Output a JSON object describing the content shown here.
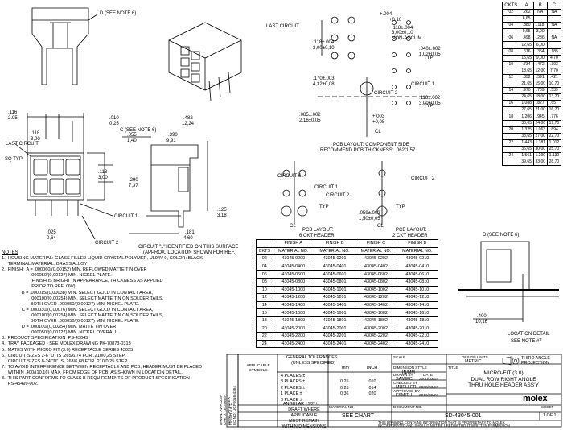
{
  "callouts": {
    "d_see_note6_top": "D (SEE NOTE 6)",
    "d_see_note6_right": "D (SEE NOTE 6)",
    "last_circuit_left": "LAST CIRCUIT",
    "last_circuit_top": "LAST CIRCUIT",
    "circuit1_a": "CIRCUIT 1",
    "circuit1_b": "CIRCUIT 1",
    "circuit1_c": "CIRCUIT 1",
    "circuit2_a": "CIRCUIT 2",
    "circuit2_b": "CIRCUIT 2",
    "circuit2_c": "CIRCUIT 2",
    "circuit2_d": "CIRCUIT 2",
    "circuit6": "CIRCUIT 6",
    "sq_typ": "SQ TYP",
    "c_see_note6": "C (SEE NOTE 6)",
    "non_accum": "NON-ACCUM.",
    "typ_a": "TYP",
    "typ_b": "TYP",
    "typ_c": "TYP",
    "typ_d": "TYP",
    "cl_a": "CL",
    "cl_b": "CL",
    "cl_c": "CL",
    "location_detail": "LOCATION DETAIL",
    "see_note7": "SEE NOTE #7",
    "circuit_id_note_1": "CIRCUIT \"1\" IDENTIFIED ON THIS SURFACE",
    "circuit_id_note_2": "(APPROX. LOCATION SHOWN FOR REF.)",
    "pcb_component_1": "PCB LAYOUT: COMPONENT SIDE",
    "pcb_component_2": "RECOMMEND PCB THICKNESS: .062/1.57",
    "pcb_6ckt_1": "PCB LAYOUT:",
    "pcb_6ckt_2": "6 CKT HEADER",
    "pcb_2ckt_1": "PCB LAYOUT:",
    "pcb_2ckt_2": "2 CKT HEADER"
  },
  "dims": {
    "d116": ".116",
    "d295": "2.95",
    "d010": ".010",
    "d025": "0,25",
    "d118a": ".118",
    "d300a": "3,00",
    "d055": ".055",
    "d140": "1,40",
    "d482": ".482",
    "d1224": "12,24",
    "d390": ".390",
    "d991": "9,91",
    "d118b": ".118",
    "d300b": "3,00",
    "d290": ".290",
    "d737": "7,37",
    "d125": ".125",
    "d318": "3,18",
    "d025b": ".025",
    "d064": "0,64",
    "d181": ".181",
    "d460": "4,60",
    "e004": "+.004",
    "e010": "+0,10",
    "e118": ".118±.004",
    "e300": "3,00±0,10",
    "f118": ".118±.004",
    "f300": "3,00±0,10",
    "g040": ".040±.002",
    "g102": "1,02±0,05",
    "h170": ".170±.003",
    "h432": "4,32±0,08",
    "i118": ".118±.002",
    "i300": "3,00±0,05",
    "j085": ".085±.002",
    "j216": "2,16±0,05",
    "k003": "+.003",
    "k008": "+0,08",
    "l059": ".059±.002",
    "l150": "1,50±0,05",
    "m400": ".400",
    "m1016": "10,16"
  },
  "ckts": {
    "headers": [
      "CKTS",
      "A",
      "B",
      "C"
    ],
    "rows": [
      [
        "02",
        ".262",
        "NA",
        "NA"
      ],
      [
        "",
        "6,65",
        "",
        ""
      ],
      [
        "04",
        ".380",
        ".118",
        "NA"
      ],
      [
        "",
        "9,65",
        "3,00",
        ""
      ],
      [
        "06",
        ".498",
        ".236",
        "NA"
      ],
      [
        "",
        "12,65",
        "6,00",
        ""
      ],
      [
        "08",
        ".616",
        ".354",
        ".185"
      ],
      [
        "",
        "15,65",
        "9,00",
        "4,70"
      ],
      [
        "10",
        ".734",
        ".472",
        ".303"
      ],
      [
        "",
        "18,65",
        "12,00",
        "7,70"
      ],
      [
        "12",
        ".852",
        ".591",
        ".421"
      ],
      [
        "",
        "21,65",
        "15,00",
        "10,70"
      ],
      [
        "14",
        ".970",
        ".709",
        ".539"
      ],
      [
        "",
        "24,65",
        "18,00",
        "13,70"
      ],
      [
        "16",
        "1.088",
        ".827",
        ".657"
      ],
      [
        "",
        "27,65",
        "21,00",
        "16,70"
      ],
      [
        "18",
        "1.206",
        ".945",
        ".776"
      ],
      [
        "",
        "30,65",
        "24,00",
        "19,70"
      ],
      [
        "20",
        "1.325",
        "1.063",
        ".894"
      ],
      [
        "",
        "33,65",
        "27,00",
        "22,70"
      ],
      [
        "22",
        "1.443",
        "1.181",
        "1.012"
      ],
      [
        "",
        "36,65",
        "30,00",
        "25,70"
      ],
      [
        "24",
        "1.561",
        "1.299",
        "1.130"
      ],
      [
        "",
        "39,65",
        "33,00",
        "28,70"
      ]
    ]
  },
  "finish": {
    "headers": [
      "FINISH A",
      "FINISH B",
      "FINISH C",
      "FINISH D"
    ],
    "subheaders": [
      "CKTS",
      "MATERIAL NO.",
      "MATERIAL NO.",
      "MATERIAL NO.",
      "MATERIAL NO."
    ],
    "rows": [
      [
        "02",
        "43045-0200",
        "43045-0201",
        "43045-0202",
        "43045-0210"
      ],
      [
        "04",
        "43045-0400",
        "43045-0401",
        "43045-0402",
        "43045-0410"
      ],
      [
        "06",
        "43045-0600",
        "43045-0601",
        "43045-0602",
        "43045-0610"
      ],
      [
        "08",
        "43045-0800",
        "43045-0801",
        "43045-0802",
        "43045-0810"
      ],
      [
        "10",
        "43045-1000",
        "43045-1001",
        "43045-1002",
        "43045-1010"
      ],
      [
        "12",
        "43045-1200",
        "43045-1201",
        "43045-1202",
        "43045-1210"
      ],
      [
        "14",
        "43045-1400",
        "43045-1401",
        "43045-1402",
        "43045-1410"
      ],
      [
        "16",
        "43045-1600",
        "43045-1601",
        "43045-1602",
        "43045-1610"
      ],
      [
        "18",
        "43045-1800",
        "43045-1801",
        "43045-1802",
        "43045-1810"
      ],
      [
        "20",
        "43045-2000",
        "43045-2001",
        "43045-2002",
        "43045-2010"
      ],
      [
        "22",
        "43045-2200",
        "43045-2201",
        "43045-2202",
        "43045-2210"
      ],
      [
        "24",
        "43045-2400",
        "43045-2401",
        "43045-2402",
        "43045-2410"
      ]
    ]
  },
  "notes": {
    "title": "NOTES",
    "lines": [
      "1.  HOUSING MATERIAL: GLASS FILLED LIQUID CRYSTAL POLYMER, UL94V-0, COLOR: BLACK",
      "     TERMINAL MATERIAL: BRASS ALLOY",
      "2.  FINISH:  A = .000060/(0,00152) MIN. REFLOWED MATTE TIN OVER",
      "                       .000050/(0,00127) MIN. NICKEL PLATE.",
      "                       (FINISH IS BRIGHT IN APPEARANCE, THICKNESS AS APPLIED",
      "                        PRIOR TO REFLOW)",
      "                B = .000015/(0,00038) MIN. SELECT GOLD IN CONTACT AREA,",
      "                       .000100/(0,00254) MIN. SELECT MATTE TIN ON SOLDER TAILS,",
      "                       BOTH OVER .000050/(0,00127) MIN. NICKEL PLATE.",
      "                C = .000030/(0,00076) MIN. SELECT GOLD IN CONTACT AREA,",
      "                       .000100/(0,00254) MIN. SELECT MATTE TIN ON SOLDER TAILS,",
      "                       BOTH OVER .000050/(0,00127) MIN. NICKEL PLATE.",
      "                D = .000100/(0,00254) MIN. MATTE TIN OVER",
      "                       .000050/(0,00127) MIN. NICKEL OVERALL",
      "3.  PRODUCT SPECIFICATION  PS-43045",
      "4.  TRAY PACKAGED - SEE MOLEX DRAWING PK-70873-0313",
      "5.  MATES WITH MICRO FIT (3.0) RECEPTACLE SERIES 43025",
      "6.  CIRCUIT SIZES 2-6 \"D\" IS .265/6,74 FOR .210/0,25 STEP,",
      "     CIRCUIT SIZES 8-24 \"D\" IS .263/6,68 FOR .210/0,25 STEP.",
      "7.  TO AVOID INTERFERENCE BETWEEN RECEPTACLE AND PCB, HEADER MUST BE PLACED",
      "     WITHIN .400/(10,16) MAX. FROM EDGE OF PCB, AS SHOWN IN LOCATION DETAIL.",
      "8.  THIS PART CONFORMS TO CLASS B REQUIREMENTS OF PRODUCT SPECIFICATION",
      "     PS-45499-002."
    ]
  },
  "revbox": {
    "text1": "FINISH A & D",
    "text2": "EC NO: UCP2016-4364",
    "text3": "DRWN: AWALZER",
    "text4": "CHK'D: LEGUBER",
    "text5": "APPR: KFISHER"
  },
  "titleblock": {
    "general_tol": "GENERAL TOLERANCES",
    "unless_spec": "(UNLESS SPECIFIED)",
    "mm": "mm",
    "inch": "INCH",
    "applicable": "APPLICABLE",
    "symbols": "SYMBOLS",
    "places": [
      "4 PLACES ±",
      "3 PLACES ±",
      "2 PLACES ±",
      "1 PLACE ±",
      "0 PLACE ±"
    ],
    "inch_tol": [
      "",
      ".010",
      ".014",
      ".020",
      ""
    ],
    "mm_tol": [
      "",
      "0,25",
      "0,25",
      "0,36",
      ""
    ],
    "angular": "ANGULAR ±1/2°±",
    "draft_1": "DRAFT WHERE APPLICABLE",
    "draft_2": "MUST REMAIN",
    "draft_3": "WITHIN DIMENSIONS",
    "scale_lbl": "SCALE",
    "scale_val": "",
    "design_units_lbl": "DESIGN UNITS",
    "design_units": "METRIC",
    "third_angle": "THIRD ANGLE",
    "projection": "PROJECTION",
    "dimension_style_lbl": "DIMENSION STYLE",
    "dimension_style": "IN/MM",
    "drawn_lbl": "DRAWN BY",
    "drawn": "SAMIEC",
    "checked_lbl": "CHECKED BY",
    "checked": "MUELLER",
    "approved_lbl": "APPROVED BY",
    "approved": "FSMITH",
    "date_lbl": "DATE",
    "date1": "2000/03/15",
    "date2": "2000/03/15",
    "date3": "2016/08/23",
    "title_lbl": "TITLE",
    "title1": "MICRO-FIT (3.0)",
    "title2": "DUAL ROW RIGHT ANGLE",
    "title3": "THRU HOLE HEADER ASS'Y",
    "brand": "molex",
    "material_lbl": "MATERIAL NO.",
    "material": "SEE CHART",
    "document_lbl": "DOCUMENT NO.",
    "document": "SD-43045-001",
    "sheet_lbl": "SHEET",
    "sheet": "1 OF 1",
    "confidential_1": "THIS DRAWING CONTAINS INFORMATION THAT IS PROPRIETARY TO MOLEX",
    "confidential_2": "INCORPORATED AND SHOULD NOT BE USED WITHOUT WRITTEN PERMISSION"
  }
}
